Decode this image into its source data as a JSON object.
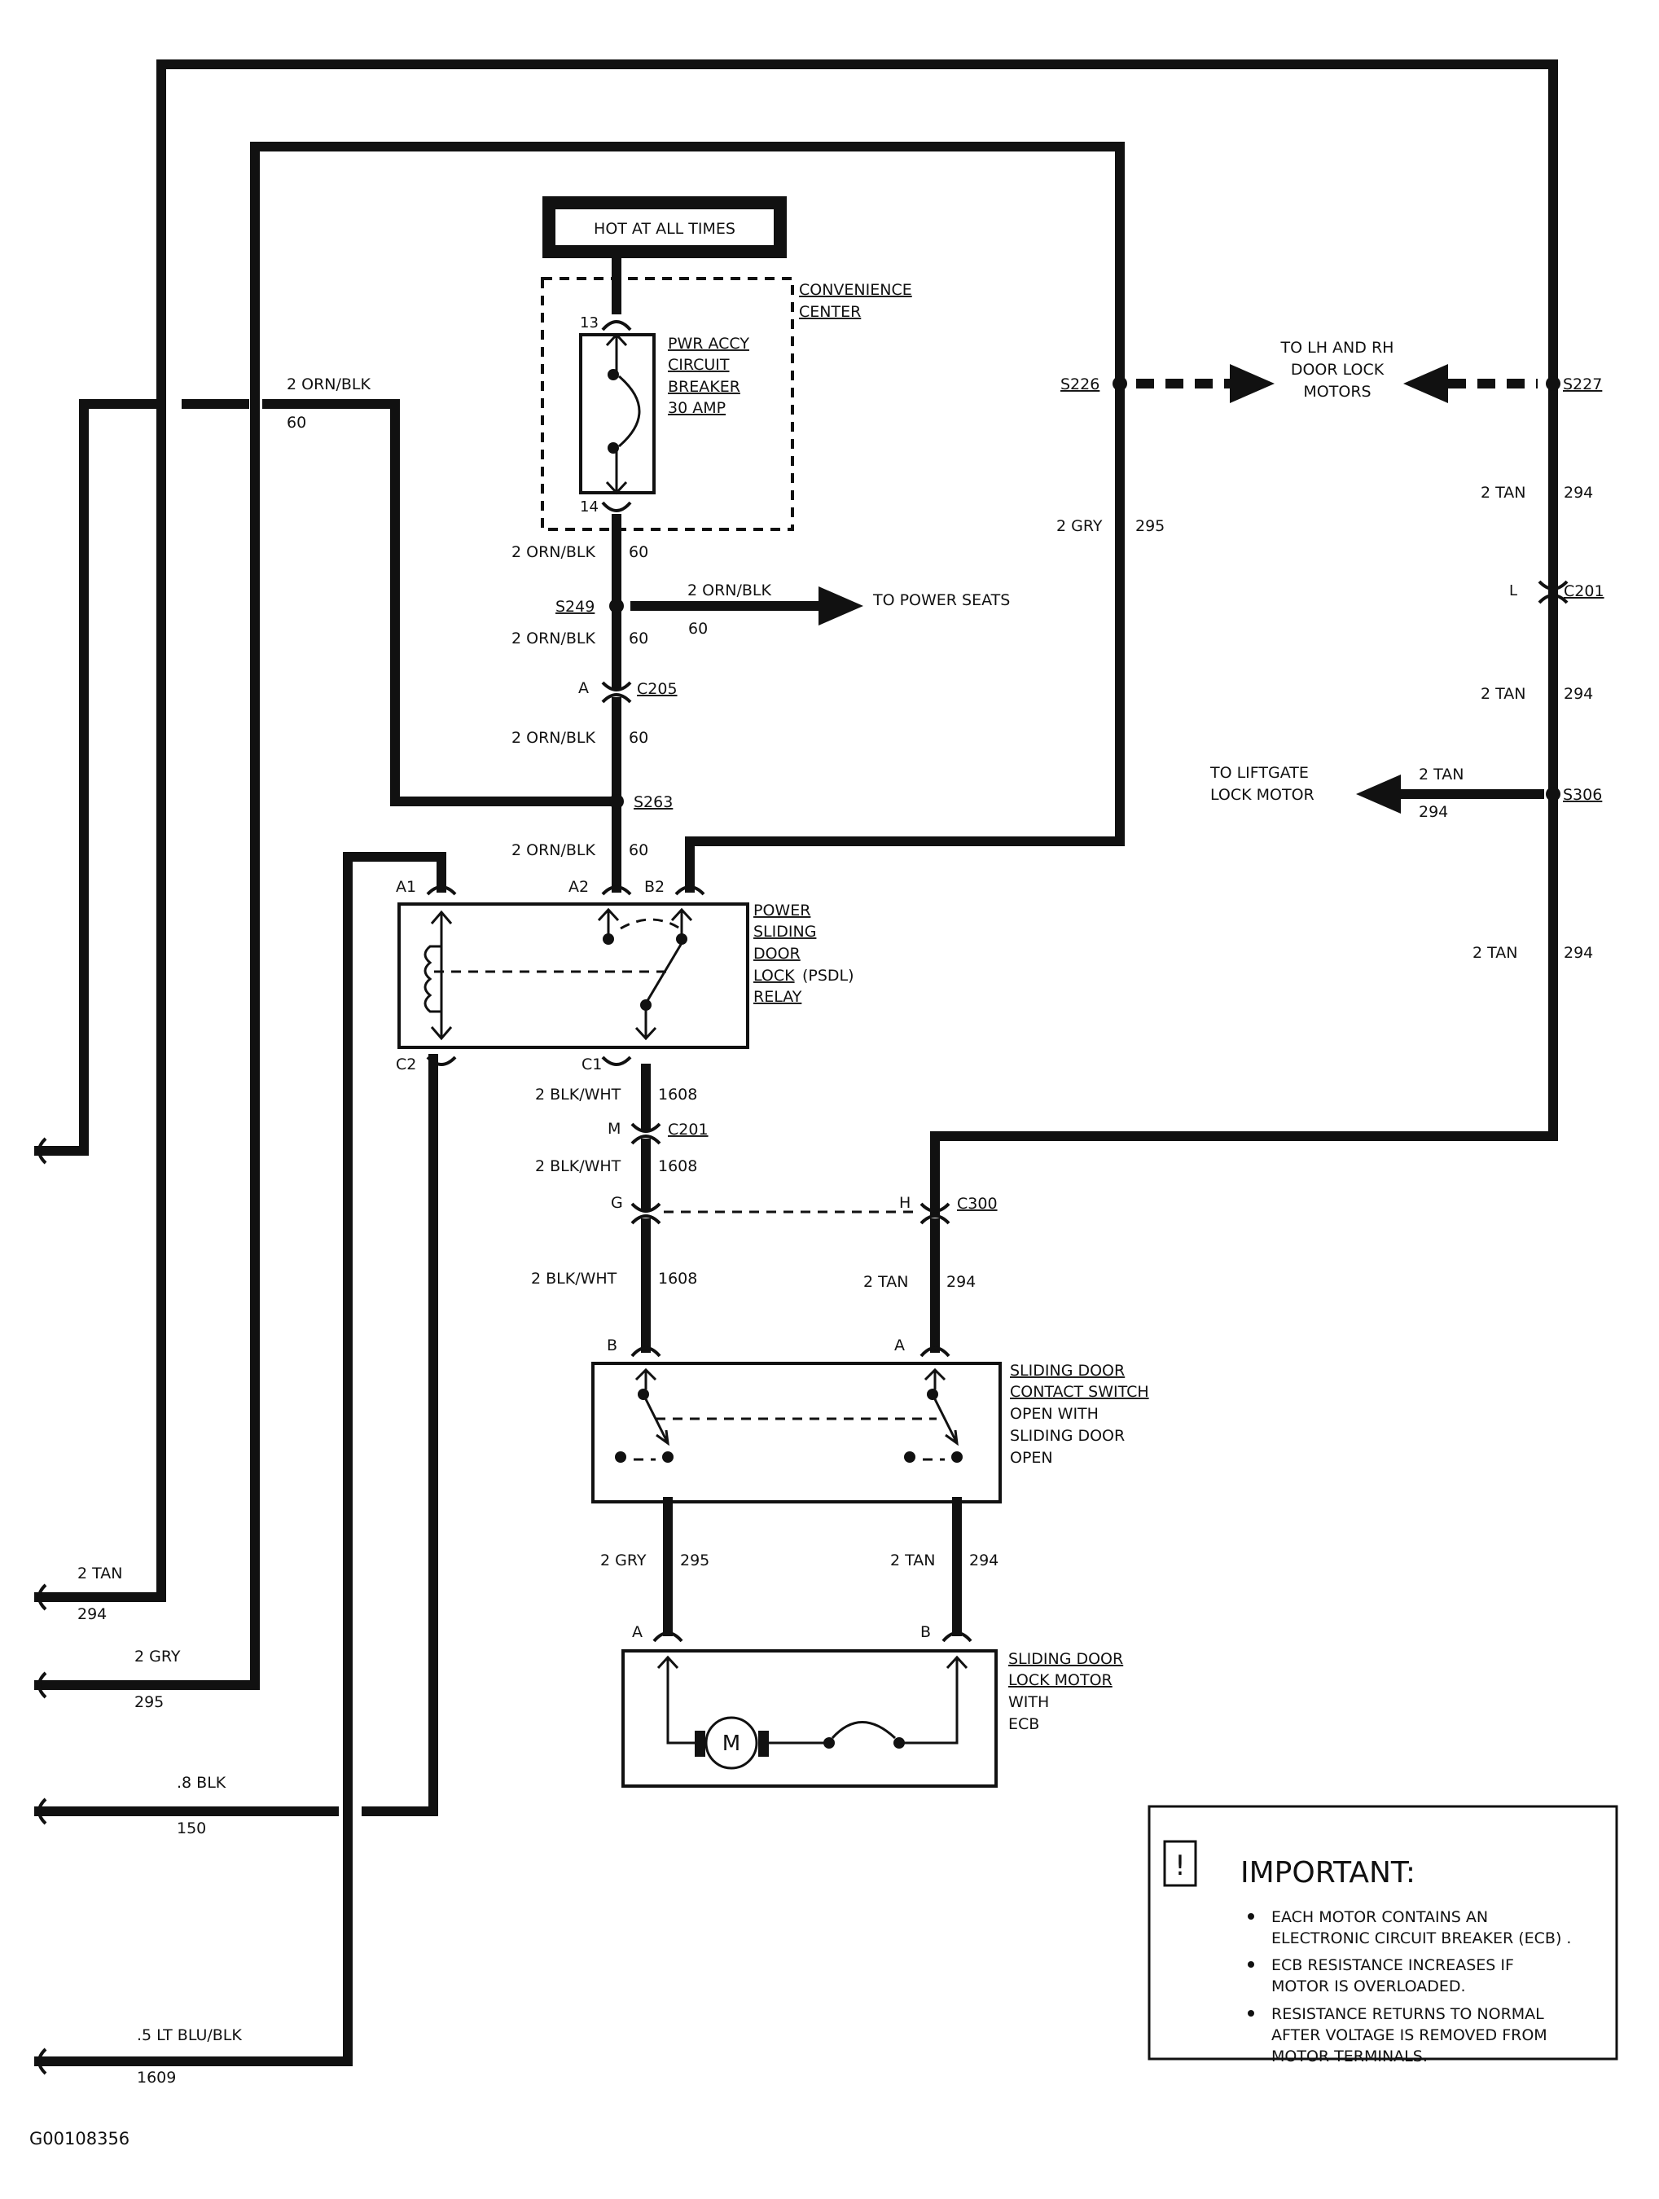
{
  "hot_label": "HOT AT ALL TIMES",
  "convenience_center": {
    "line1": "CONVENIENCE",
    "line2": "CENTER"
  },
  "breaker": {
    "line1": "PWR ACCY",
    "line2": "CIRCUIT",
    "line3": "BREAKER",
    "line4": "30 AMP",
    "pin_top": "13",
    "pin_bottom": "14"
  },
  "wires": {
    "orn_blk": "2 ORN/BLK",
    "circuit_60": "60",
    "gry": "2 GRY",
    "circuit_295": "295",
    "tan": "2 TAN",
    "circuit_294": "294",
    "blk_wht": "2 BLK/WHT",
    "circuit_1608": "1608",
    "blk": ".8 BLK",
    "circuit_150": "150",
    "lt_blu_blk": ".5 LT BLU/BLK",
    "circuit_1609": "1609"
  },
  "splices": {
    "s226": "S226",
    "s227": "S227",
    "s249": "S249",
    "s263": "S263",
    "s306": "S306"
  },
  "connectors": {
    "c201": "C201",
    "c205": "C205",
    "c300": "C300"
  },
  "pins": {
    "a": "A",
    "b": "B",
    "l": "L",
    "m": "M",
    "g": "G",
    "h": "H",
    "a1": "A1",
    "a2": "A2",
    "b2": "B2",
    "c1": "C1",
    "c2": "C2"
  },
  "destinations": {
    "door_lock_1": "TO LH AND RH",
    "door_lock_2": "DOOR LOCK",
    "door_lock_3": "MOTORS",
    "power_seats": "TO POWER SEATS",
    "liftgate_1": "TO LIFTGATE",
    "liftgate_2": "LOCK MOTOR"
  },
  "relay": {
    "line1": "POWER",
    "line2": "SLIDING",
    "line3": "DOOR",
    "line4": "LOCK",
    "line4b": "(PSDL)",
    "line5": "RELAY"
  },
  "contact_switch": {
    "line1": "SLIDING DOOR",
    "line2": "CONTACT SWITCH",
    "line3": "OPEN WITH",
    "line4": "SLIDING DOOR",
    "line5": "OPEN"
  },
  "lock_motor": {
    "line1": "SLIDING DOOR",
    "line2": "LOCK MOTOR",
    "line3": "WITH",
    "line4": "ECB",
    "motor_symbol": "M"
  },
  "important": {
    "icon": "!",
    "title": "IMPORTANT:",
    "b1_l1": "EACH MOTOR CONTAINS AN",
    "b1_l2": "ELECTRONIC CIRCUIT BREAKER (ECB) .",
    "b2_l1": "ECB RESISTANCE INCREASES IF",
    "b2_l2": "MOTOR IS OVERLOADED.",
    "b3_l1": "RESISTANCE RETURNS TO NORMAL",
    "b3_l2": "AFTER VOLTAGE IS REMOVED FROM",
    "b3_l3": "MOTOR TERMINALS."
  },
  "figure_id": "G00108356"
}
